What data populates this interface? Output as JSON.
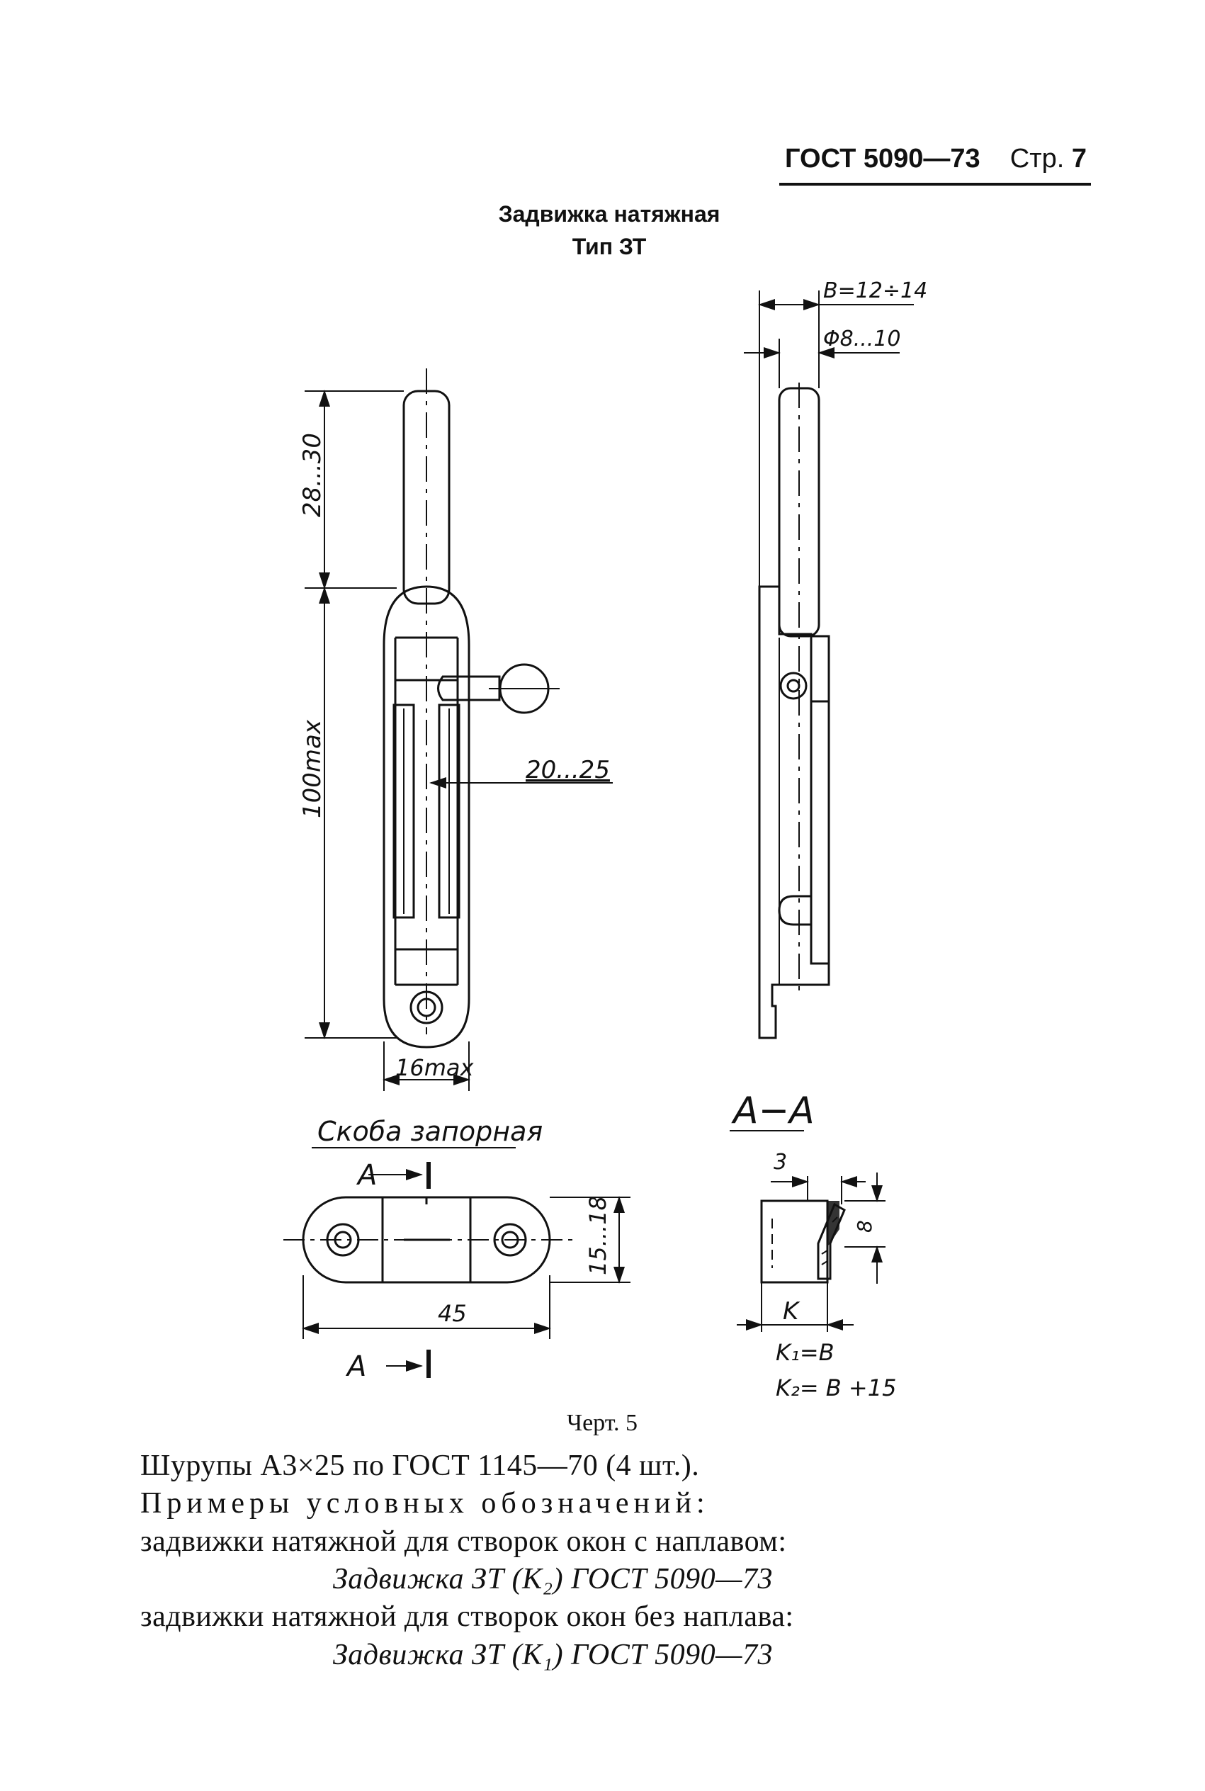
{
  "header": {
    "standard": "ГОСТ 5090—73",
    "page_label": "Стр.",
    "page_number": "7"
  },
  "title": {
    "line1": "Задвижка натяжная",
    "line2": "Тип ЗТ"
  },
  "drawing": {
    "dims": {
      "b": "B=12÷14",
      "phi": "Φ8...10",
      "h1": "28...30",
      "h2": "100max",
      "w1": "20...25",
      "w2": "16max",
      "bracket_h": "15...18",
      "bracket_w": "45",
      "sec_3": "3",
      "sec_8": "8",
      "sec_k": "K",
      "k1": "K₁=B",
      "k2": "K₂= B +15"
    },
    "labels": {
      "bracket": "Скоба запорная",
      "section_top": "A",
      "section_bottom": "A",
      "section_view": "A−A"
    }
  },
  "caption": "Черт. 5",
  "body": {
    "line1": "Шурупы А3×25 по ГОСТ 1145—70 (4 шт.).",
    "line2": "Примеры условных обозначений:",
    "line3": "задвижки натяжной для створок окон с наплавом:",
    "line4": "Задвижка ЗТ (К₂) ГОСТ 5090—73",
    "line5": "задвижки натяжной для створок окон без наплава:",
    "line6": "Задвижка ЗТ (К₁) ГОСТ 5090—73"
  }
}
